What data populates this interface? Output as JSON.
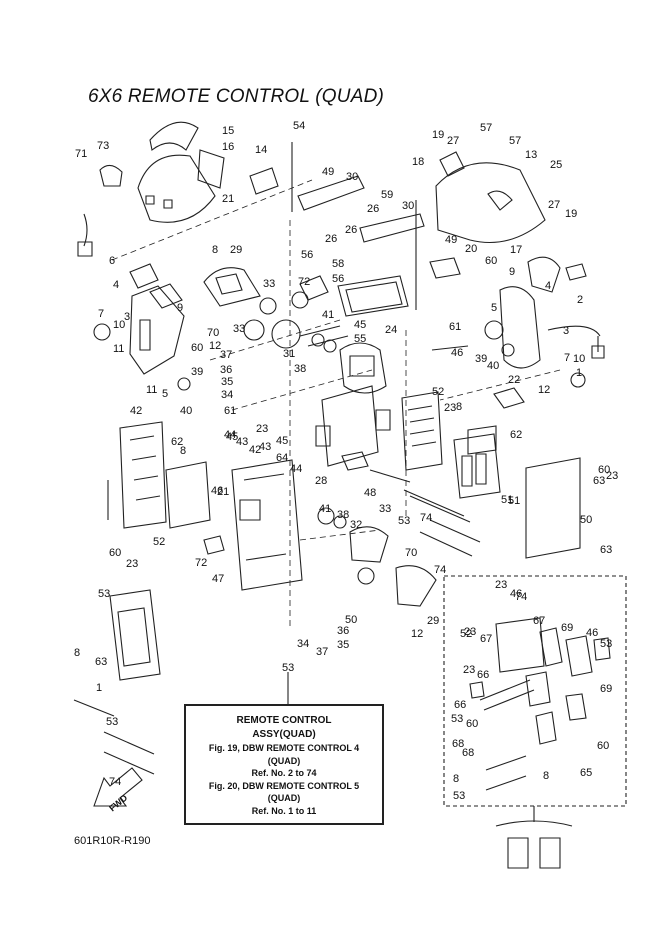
{
  "title": "6X6 REMOTE CONTROL (QUAD)",
  "ref_code": "601R10R-R190",
  "legend": {
    "line1": "REMOTE CONTROL",
    "line2": "ASSY(QUAD)",
    "line3": "Fig. 19, DBW REMOTE CONTROL 4",
    "line4": "(QUAD)",
    "line5": "Ref. No. 2 to 74",
    "line6": "Fig. 20, DBW REMOTE CONTROL 5",
    "line7": "(QUAD)",
    "line8": "Ref. No. 1 to 11"
  },
  "fwd_label": "FWD",
  "callouts": [
    "15",
    "16",
    "14",
    "54",
    "73",
    "71",
    "21",
    "19",
    "27",
    "57",
    "57",
    "18",
    "13",
    "25",
    "49",
    "30",
    "59",
    "30",
    "26",
    "26",
    "26",
    "49",
    "27",
    "19",
    "56",
    "58",
    "56",
    "20",
    "17",
    "8",
    "29",
    "60",
    "9",
    "6",
    "72",
    "33",
    "41",
    "45",
    "55",
    "4",
    "2",
    "4",
    "7",
    "10",
    "11",
    "9",
    "5",
    "61",
    "3",
    "3",
    "70",
    "33",
    "12",
    "60",
    "24",
    "46",
    "39",
    "40",
    "37",
    "36",
    "35",
    "34",
    "31",
    "38",
    "22",
    "12",
    "1",
    "7",
    "10",
    "11",
    "5",
    "40",
    "39",
    "61",
    "44",
    "43",
    "45",
    "42",
    "62",
    "8",
    "23",
    "42",
    "43",
    "45",
    "64",
    "44",
    "28",
    "52",
    "8",
    "23",
    "62",
    "48",
    "51",
    "74",
    "53",
    "63",
    "60",
    "23",
    "50",
    "21",
    "51",
    "52",
    "46",
    "41",
    "38",
    "32",
    "33",
    "72",
    "47",
    "70",
    "63",
    "60",
    "74",
    "29",
    "23",
    "53",
    "50",
    "36",
    "35",
    "34",
    "37",
    "12",
    "8",
    "63",
    "23",
    "46",
    "23",
    "67",
    "67",
    "69",
    "46",
    "23",
    "66",
    "52",
    "53",
    "66",
    "69",
    "53",
    "60",
    "68",
    "68",
    "60",
    "8",
    "65",
    "8",
    "53",
    "53",
    "1",
    "53",
    "74",
    "74",
    "23"
  ]
}
